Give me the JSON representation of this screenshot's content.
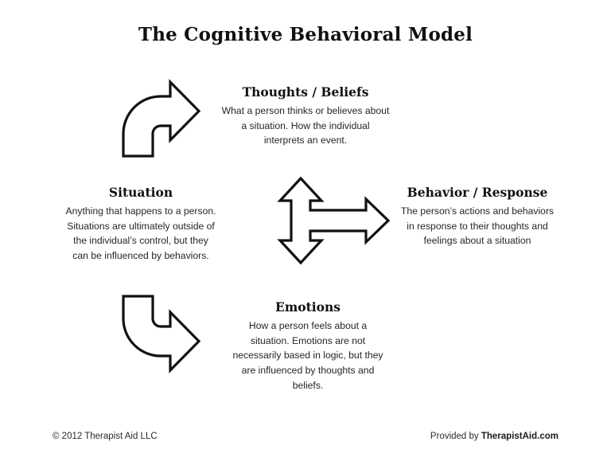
{
  "title": "The Cognitive Behavioral Model",
  "nodes": {
    "thoughts": {
      "heading": "Thoughts / Beliefs",
      "body": "What a person thinks or believes about a situation. How the individual interprets an event."
    },
    "situation": {
      "heading": "Situation",
      "body": "Anything that happens to a person. Situations are ultimately outside of the individual’s control, but they can be influenced by behaviors."
    },
    "behavior": {
      "heading": "Behavior / Response",
      "body": "The person’s actions and behaviors in response to their thoughts and feelings about a situation"
    },
    "emotions": {
      "heading": "Emotions",
      "body": "How a person feels about a situation. Emotions are not necessarily based in logic, but they are influenced by thoughts and beliefs."
    }
  },
  "arrows": {
    "situation_to_thoughts": "curved-arrow-up-right",
    "situation_to_emotions": "curved-arrow-down-right",
    "center_three_way": "three-way-arrow-up-down-right"
  },
  "footer": {
    "copyright": "© 2012 Therapist Aid LLC",
    "provided_by_prefix": "Provided by ",
    "provided_by_brand": "TherapistAid.com"
  },
  "colors": {
    "background": "#ffffff",
    "text": "#1a1a1a",
    "arrow_stroke": "#111111",
    "arrow_fill": "#ffffff"
  }
}
